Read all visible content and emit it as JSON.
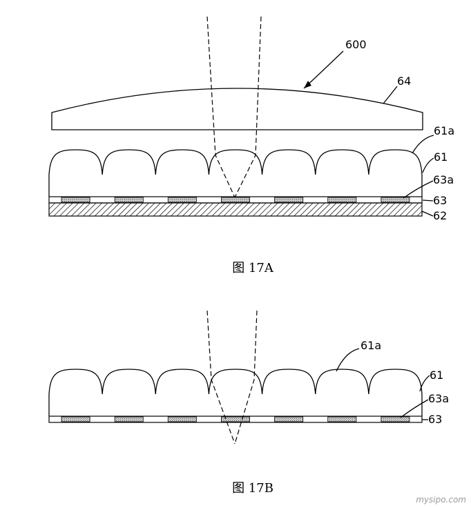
{
  "figures": [
    {
      "caption": "图 17A",
      "labels": {
        "ref_600": "600",
        "lens_64": "64",
        "lenslet_61a": "61a",
        "layer_61": "61",
        "pixel_63a": "63a",
        "layer_63": "63",
        "substrate_62": "62"
      }
    },
    {
      "caption": "图 17B",
      "labels": {
        "lenslet_61a": "61a",
        "layer_61": "61",
        "pixel_63a": "63a",
        "layer_63": "63"
      }
    }
  ],
  "watermark": "mysipo.com"
}
